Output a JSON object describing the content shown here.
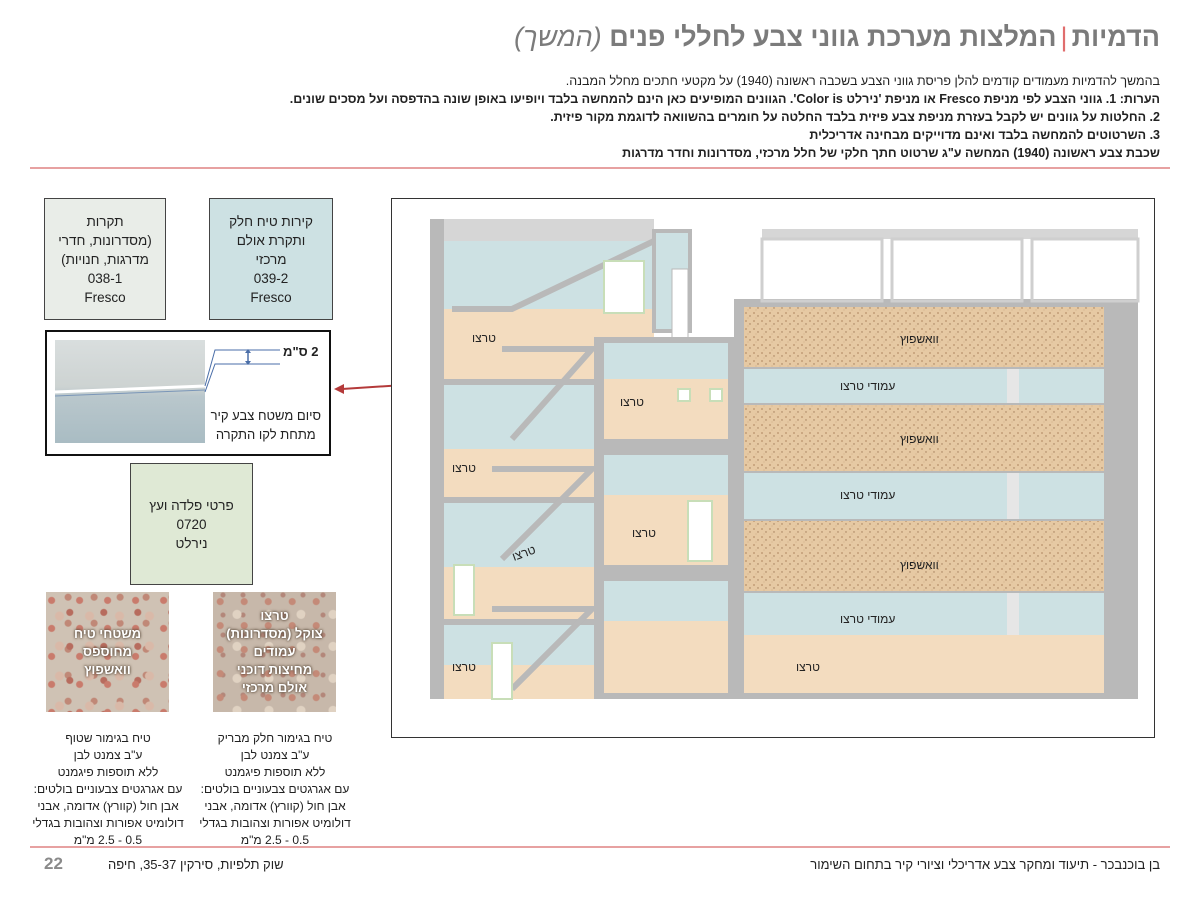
{
  "header": {
    "title_main": "הדמיות",
    "title_separator": "|",
    "title_rest": "המלצות מערכת גווני צבע לחללי פנים",
    "title_sub": "(המשך)"
  },
  "intro": {
    "line1": "בהמשך להדמיות מעמודים קודמים להלן פריסת גווני הצבע בשכבה ראשונה (1940) על מקטעי חתכים מחלל המבנה.",
    "line2": "הערות: 1. גווני הצבע לפי מניפת Fresco או מניפת 'נירלט Color is'. הגוונים המופיעים כאן הינם להמחשה בלבד ויופיעו באופן שונה בהדפסה ועל מסכים שונים.",
    "line3": "2. החלטות על גוונים יש לקבל בעזרת מניפת צבע פיזית בלבד החלטה על חומרים בהשוואה לדוגמת מקור פיזית.",
    "line4": "3. השרטוטים להמחשה בלבד ואינם מדוייקים מבחינה אדריכלית"
  },
  "caption": "שכבת צבע ראשונה (1940) המחשה ע\"ג שרטוט חתך חלקי של חלל מרכזי, מסדרונות וחדר מדרגות",
  "swatches": {
    "ceilings": {
      "l1": "תקרות",
      "l2": "(מסדרונות, חדרי",
      "l3": "מדרגות, חנויות)",
      "l4": "038-1",
      "l5": "Fresco",
      "color": "#e9ede8"
    },
    "walls": {
      "l1": "קירות טיח חלק",
      "l2": "ותקרת אולם",
      "l3": "מרכזי",
      "l4": "039-2",
      "l5": "Fresco",
      "color": "#cde1e3"
    },
    "steel": {
      "l1": "פרטי פלדה ועץ",
      "l2": "0720",
      "l3": "נירלט",
      "color": "#dfe9d5"
    }
  },
  "detail": {
    "dimension": "2 ס\"מ",
    "label_l1": "סיום משטח צבע קיר",
    "label_l2": "מתחת לקו התקרה"
  },
  "textures": {
    "plaster": {
      "l1": "משטחי טיח",
      "l2": "מחוספס",
      "l3": "וואשפוץ",
      "d1": "טיח בגימור שטוף",
      "d2": "ע\"ב צמנט לבן",
      "d3": "ללא תוספות פיגמנט",
      "d4": "עם אגרגטים צבעוניים בולטים:",
      "d5": "אבן חול (קוורץ) אדומה, אבני",
      "d6": "דולומיט אפורות וצהובות בגדלי",
      "d7": "0.5 - 2.5 מ\"מ"
    },
    "terrazzo": {
      "l1": "טרצו",
      "l2": "צוקל (מסדרונות)",
      "l3": "עמודים",
      "l4": "מחיצות דוכני",
      "l5": "אולם מרכזי",
      "d1": "טיח בגימור חלק מבריק",
      "d2": "ע\"ב צמנט לבן",
      "d3": "ללא תוספות פיגמנט",
      "d4": "עם אגרגטים צבעוניים בולטים:",
      "d5": "אבן חול (קוורץ) אדומה, אבני",
      "d6": "דולומיט אפורות וצהובות בגדלי",
      "d7": "0.5 - 2.5 מ\"מ"
    }
  },
  "drawing": {
    "terrazzo": "טרצו",
    "washpotz": "וואשפוץ",
    "terrazzo_columns": "עמודי טרצו",
    "colors": {
      "wall_blue": "#cde1e3",
      "terrazzo": "#f3dcbf",
      "washpotz": "#e6c9a3",
      "structure": "#b9b9b9",
      "steel_green": "#c8deb8"
    }
  },
  "footer": {
    "author": "בן בוכנבכר - תיעוד ומחקר צבע אדריכלי וציורי קיר בתחום השימור",
    "address": "שוק תלפיות, סירקין 35-37, חיפה",
    "page": "22"
  }
}
